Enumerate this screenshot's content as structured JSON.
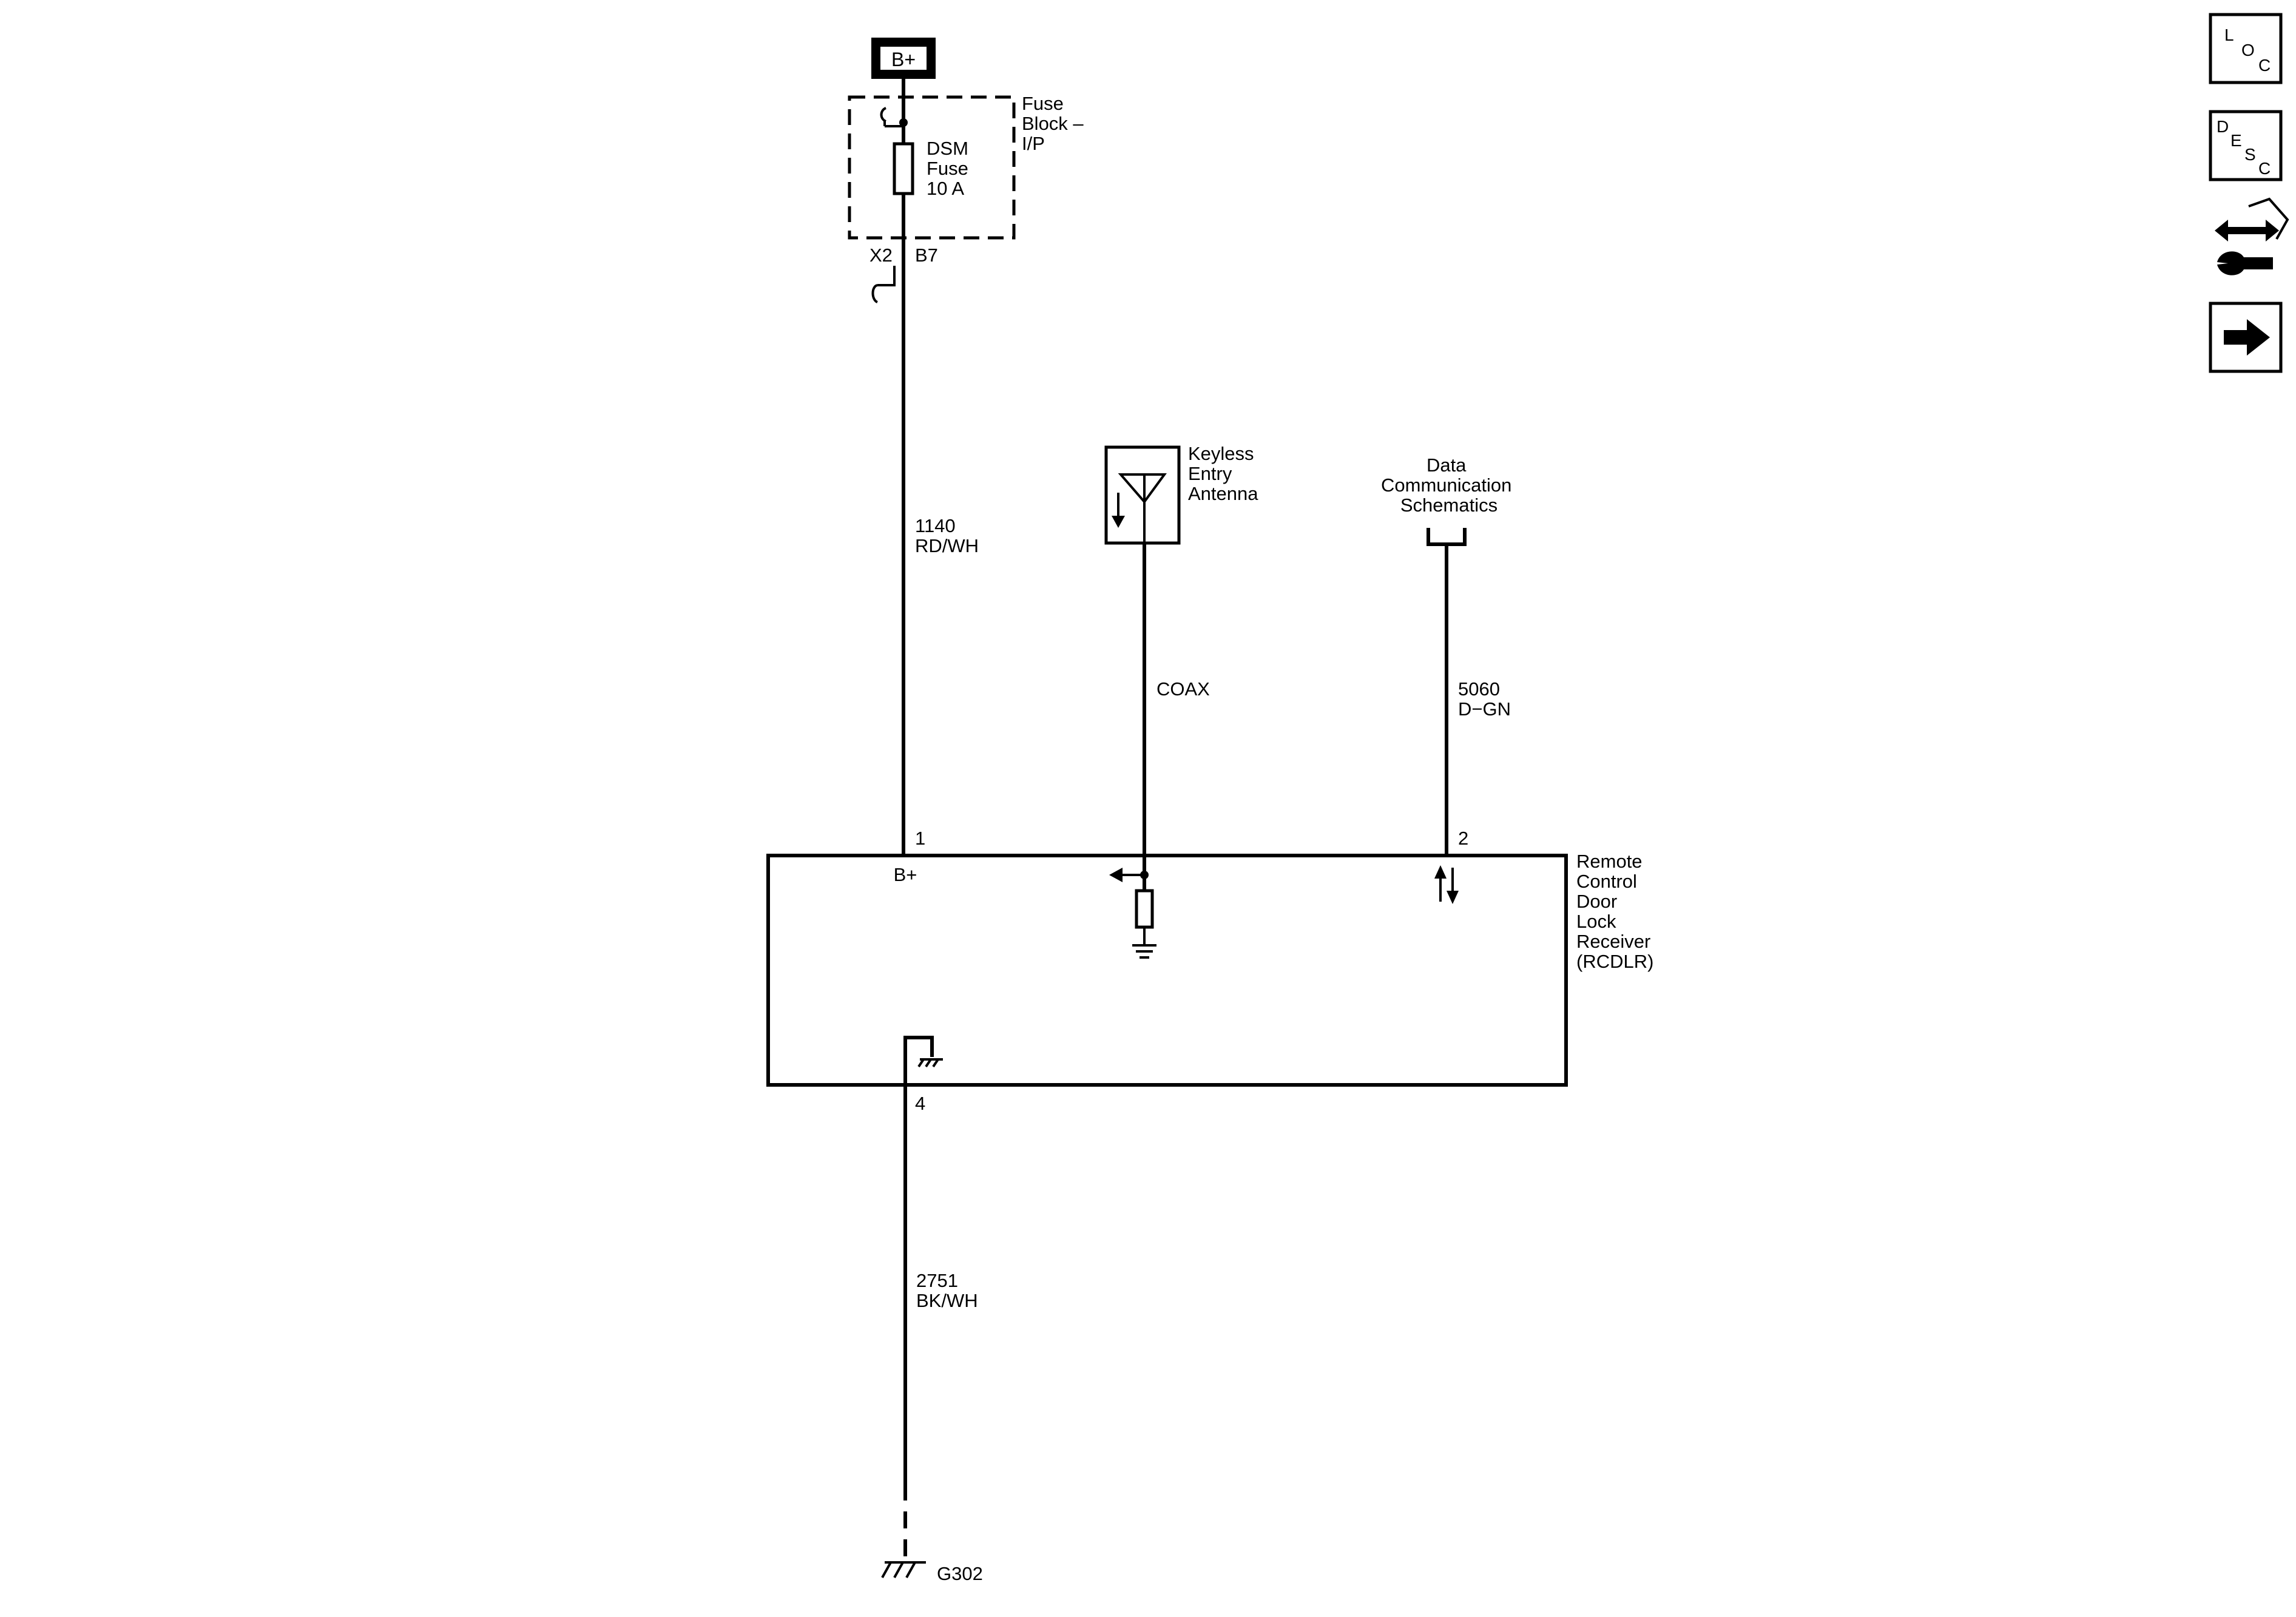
{
  "power_source": {
    "label": "B+"
  },
  "fuse_block": {
    "name_lines": [
      "Fuse",
      "Block –",
      "I/P"
    ]
  },
  "fuse": {
    "name_lines": [
      "DSM",
      "Fuse",
      "10 A"
    ]
  },
  "fuse_connector": {
    "connector": "X2",
    "pin": "B7"
  },
  "wire_power": {
    "circuit": "1140",
    "color": "RD/WH"
  },
  "antenna": {
    "name_lines": [
      "Keyless",
      "Entry",
      "Antenna"
    ]
  },
  "wire_antenna": {
    "label": "COAX"
  },
  "data_comm": {
    "name_lines": [
      "Data",
      "Communication",
      "Schematics"
    ]
  },
  "wire_data": {
    "circuit": "5060",
    "color": "D−GN"
  },
  "module": {
    "name_lines": [
      "Remote",
      "Control",
      "Door",
      "Lock",
      "Receiver",
      "(RCDLR)"
    ],
    "pin_power": "1",
    "pin_data": "2",
    "pin_ground": "4",
    "power_label": "B+"
  },
  "wire_ground": {
    "circuit": "2751",
    "color": "BK/WH"
  },
  "ground": {
    "label": "G302"
  },
  "nav": {
    "loc": {
      "letters": [
        "L",
        "O",
        "C"
      ]
    },
    "desc": {
      "letters": [
        "D",
        "E",
        "S",
        "C"
      ]
    }
  }
}
